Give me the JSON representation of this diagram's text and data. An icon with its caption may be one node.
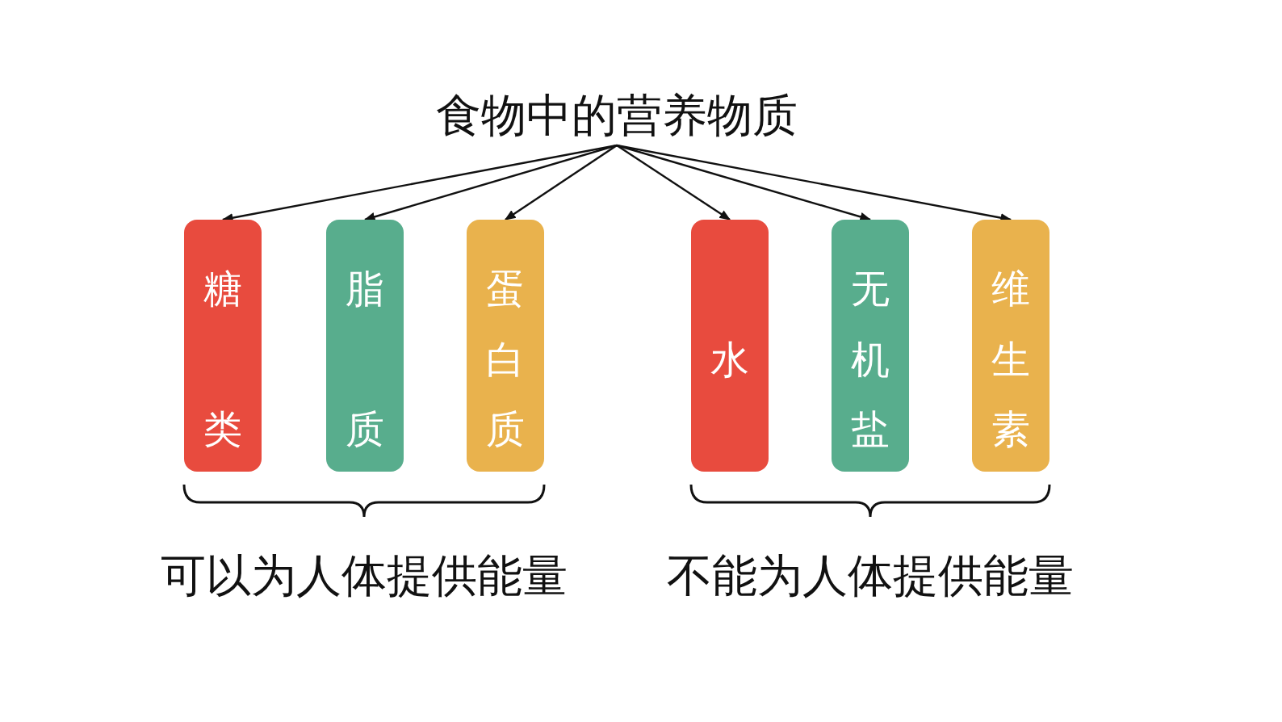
{
  "diagram": {
    "nodes": [
      {
        "text": [
          "食物中的营养物质"
        ]
      },
      {
        "text": [
          "糖类"
        ]
      },
      {
        "text": [
          "脂质"
        ]
      },
      {
        "text": [
          "蛋白质"
        ]
      },
      {
        "text": [
          "水"
        ]
      },
      {
        "text": [
          "无机盐"
        ]
      },
      {
        "text": [
          "维生素"
        ]
      }
    ],
    "edges": [
      {
        "from": 0,
        "to": 1,
        "arrow": "to"
      },
      {
        "from": 0,
        "to": 2,
        "arrow": "to"
      },
      {
        "from": 0,
        "to": 3,
        "arrow": "to"
      },
      {
        "from": 0,
        "to": 4,
        "arrow": "to"
      },
      {
        "from": 0,
        "to": 5,
        "arrow": "to"
      },
      {
        "from": 0,
        "to": 6,
        "arrow": "to"
      }
    ],
    "labels": [
      "可以为人体提供能量",
      "不能为人体提供能量"
    ]
  }
}
